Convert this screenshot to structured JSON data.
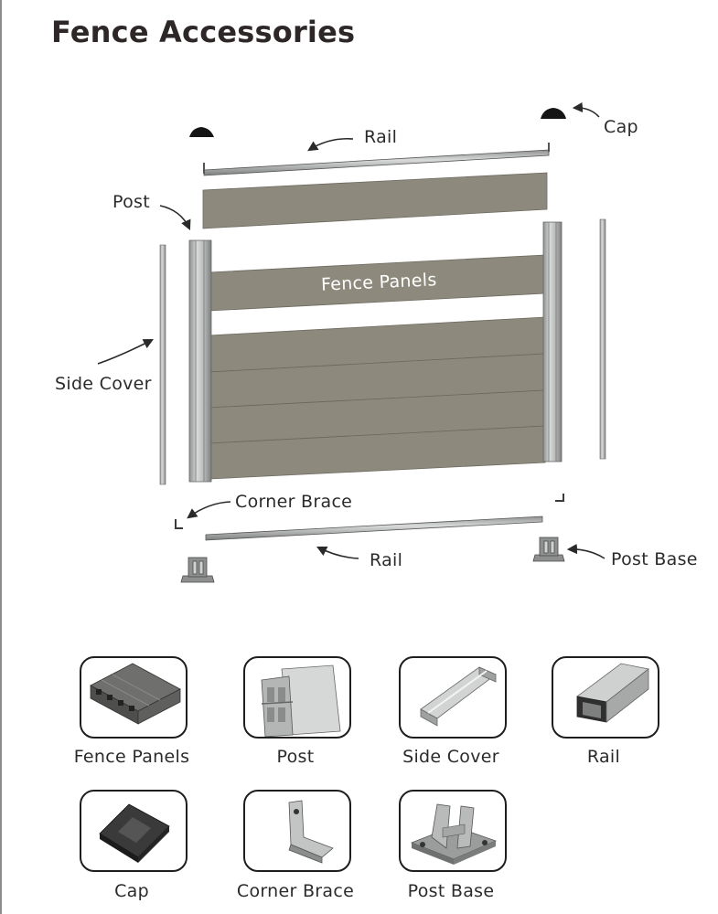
{
  "page": {
    "title": "Fence Accessories"
  },
  "diagram": {
    "labels": {
      "rail_top": "Rail",
      "cap": "Cap",
      "post": "Post",
      "fence_panels": "Fence Panels",
      "side_cover": "Side Cover",
      "corner_brace": "Corner Brace",
      "rail_bottom": "Rail",
      "post_base": "Post Base"
    },
    "colors": {
      "panel": "#8d8a7d",
      "aluminum": "#b7b9b9",
      "cap": "#1a1a1a",
      "outline": "#3a3a3a"
    }
  },
  "catalog": {
    "items": [
      {
        "label": "Fence Panels",
        "icon": "fence-panels-icon"
      },
      {
        "label": "Post",
        "icon": "post-icon"
      },
      {
        "label": "Side Cover",
        "icon": "side-cover-icon"
      },
      {
        "label": "Rail",
        "icon": "rail-icon"
      },
      {
        "label": "Cap",
        "icon": "cap-icon"
      },
      {
        "label": "Corner Brace",
        "icon": "corner-brace-icon"
      },
      {
        "label": "Post Base",
        "icon": "post-base-icon"
      }
    ]
  }
}
